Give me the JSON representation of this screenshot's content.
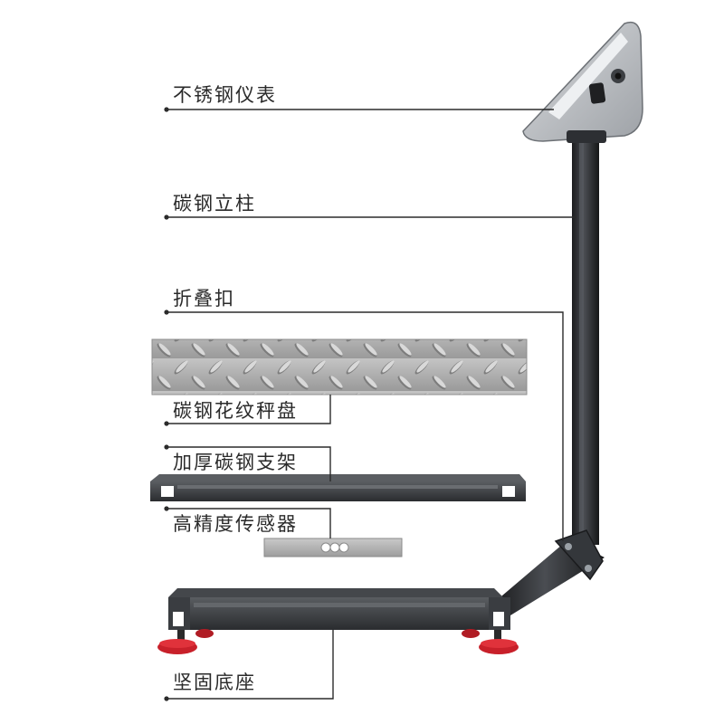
{
  "callouts": {
    "indicator": "不锈钢仪表",
    "column": "碳钢立柱",
    "fold_buckle": "折叠扣",
    "platter": "碳钢花纹秤盘",
    "bracket": "加厚碳钢支架",
    "sensor": "高精度传感器",
    "base": "坚固底座"
  },
  "colors": {
    "leader_line": "#2b2b2b",
    "steel_dark": "#2e3033",
    "foot_red": "#c8202a",
    "platter_grey": "#a8a8a8"
  }
}
